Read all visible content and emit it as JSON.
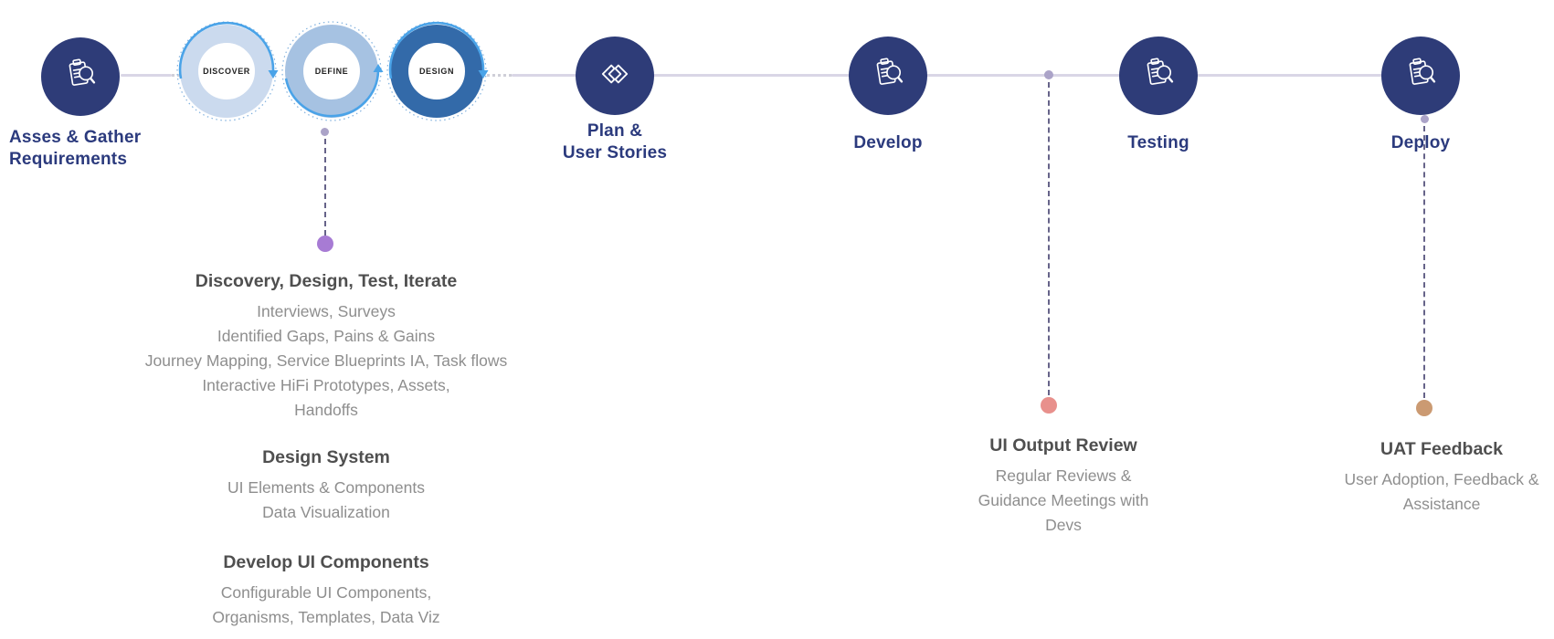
{
  "diagram_title": "",
  "stages": [
    {
      "id": "assess",
      "label": [
        "Asses & Gather",
        "Requirements"
      ],
      "icon": "clipboard-search-icon"
    },
    {
      "id": "plan",
      "label": [
        "Plan &",
        "User Stories"
      ],
      "icon": "code-icon"
    },
    {
      "id": "develop",
      "label": [
        "Develop"
      ],
      "icon": "clipboard-search-icon"
    },
    {
      "id": "testing",
      "label": [
        "Testing"
      ],
      "icon": "clipboard-search-icon"
    },
    {
      "id": "deploy",
      "label": [
        "Deploy"
      ],
      "icon": "clipboard-search-icon"
    }
  ],
  "rings": [
    {
      "label": "DISCOVER",
      "color": "#cbdaee",
      "arc": "top"
    },
    {
      "label": "DEFINE",
      "color": "#a6c2e2",
      "arc": "bottom"
    },
    {
      "label": "DESIGN",
      "color": "#336aa9",
      "arc": "top"
    }
  ],
  "annotations": {
    "design_phase": {
      "title": "Discovery, Design, Test, Iterate",
      "lines": [
        "Interviews, Surveys",
        "Identified Gaps, Pains & Gains",
        "Journey Mapping, Service Blueprints IA, Task flows",
        "Interactive HiFi Prototypes, Assets,",
        "Handoffs"
      ]
    },
    "design_system": {
      "title": "Design System",
      "lines": [
        "UI Elements & Components",
        "Data Visualization"
      ]
    },
    "develop_ui": {
      "title": "Develop UI Components",
      "lines": [
        "Configurable UI Components,",
        "Organisms, Templates, Data Viz"
      ]
    },
    "ui_output_review": {
      "title": "UI Output Review",
      "lines": [
        "Regular Reviews &",
        "Guidance Meetings with",
        "Devs"
      ]
    },
    "uat_feedback": {
      "title": "UAT Feedback",
      "lines": [
        "User Adoption, Feedback &",
        "Assistance"
      ]
    }
  },
  "colors": {
    "node_navy": "#2e3c78",
    "label_navy": "#2b3a7d",
    "timeline": "#d9d6e6",
    "dash_line": "#666389",
    "arc_accent": "#4aa3e8",
    "ring_discover": "#cbdaee",
    "ring_define": "#a6c2e2",
    "ring_design": "#336aa9",
    "dot_purple": "#a77bd4",
    "dot_salmon": "#e8908c",
    "dot_tan": "#cb9a72",
    "heading_gray": "#4f4f4f",
    "body_gray": "#8e8e8e"
  }
}
